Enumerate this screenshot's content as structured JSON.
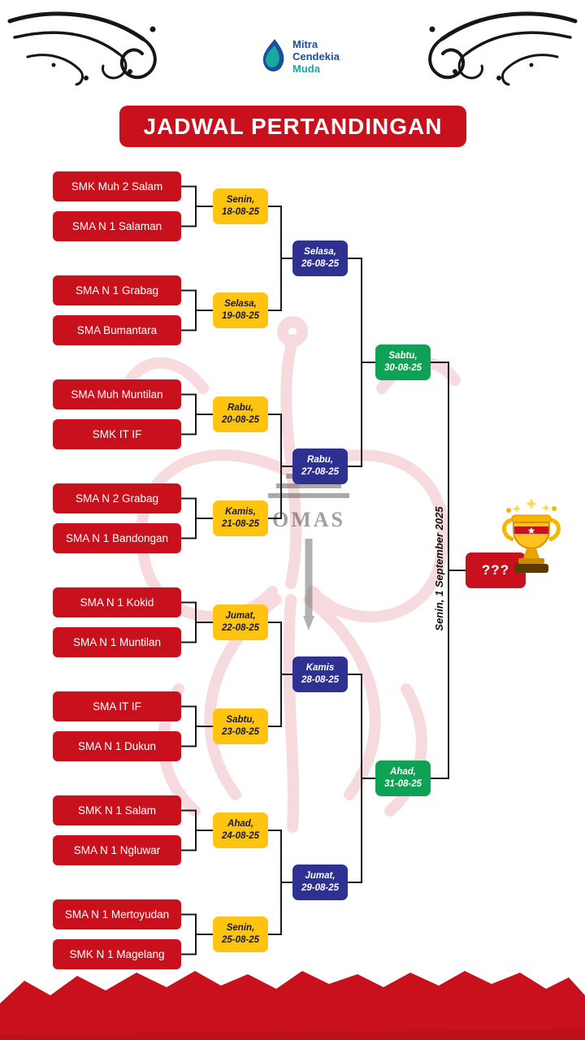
{
  "title": "JADWAL PERTANDINGAN",
  "logo": {
    "line1": "Mitra",
    "line2": "Cendekia",
    "line3": "Muda"
  },
  "bracket": {
    "teams": [
      "SMK Muh 2 Salam",
      "SMA N 1 Salaman",
      "SMA N 1 Grabag",
      "SMA Bumantara",
      "SMA Muh Muntilan",
      "SMK IT IF",
      "SMA N 2 Grabag",
      "SMA N 1 Bandongan",
      "SMA N 1 Kokid",
      "SMA N 1 Muntilan",
      "SMA IT IF",
      "SMA N 1 Dukun",
      "SMK N 1 Salam",
      "SMA N 1 Ngluwar",
      "SMA N 1 Mertoyudan",
      "SMK N 1 Magelang"
    ],
    "round1": [
      {
        "day": "Senin,",
        "date": "18-08-25"
      },
      {
        "day": "Selasa,",
        "date": "19-08-25"
      },
      {
        "day": "Rabu,",
        "date": "20-08-25"
      },
      {
        "day": "Kamis,",
        "date": "21-08-25"
      },
      {
        "day": "Jumat,",
        "date": "22-08-25"
      },
      {
        "day": "Sabtu,",
        "date": "23-08-25"
      },
      {
        "day": "Ahad,",
        "date": "24-08-25"
      },
      {
        "day": "Senin,",
        "date": "25-08-25"
      }
    ],
    "quarterfinals": [
      {
        "day": "Selasa,",
        "date": "26-08-25"
      },
      {
        "day": "Rabu,",
        "date": "27-08-25"
      },
      {
        "day": "Kamis",
        "date": "28-08-25"
      },
      {
        "day": "Jumat,",
        "date": "29-08-25"
      }
    ],
    "semifinals": [
      {
        "day": "Sabtu,",
        "date": "30-08-25"
      },
      {
        "day": "Ahad,",
        "date": "31-08-25"
      }
    ],
    "final": {
      "schedule": "Senin, 1 September 2025",
      "placeholder": "???"
    }
  },
  "watermark": {
    "text": "OMAS"
  },
  "colors": {
    "red": "#C9111E",
    "yellow": "#FFC412",
    "blue": "#2E3192",
    "green": "#0FA254",
    "logo_blue": "#1B4E9B",
    "logo_teal": "#18A99E"
  }
}
